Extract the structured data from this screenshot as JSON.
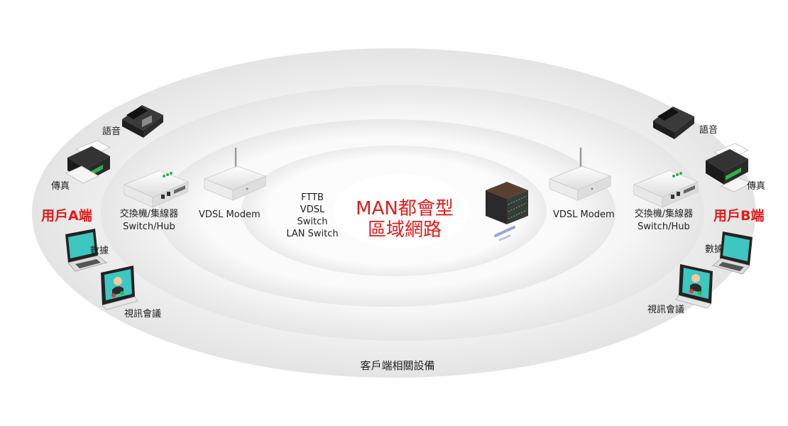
{
  "diagram": {
    "outer_label": "客戶端相關設備",
    "core": {
      "line1": "MAN都會型",
      "line2": "區域網路"
    },
    "fttb": [
      "FTTB",
      "VDSL",
      "Switch",
      "LAN Switch"
    ],
    "side_a": {
      "title": "用戶A端",
      "voice": "語音",
      "fax": "傳真",
      "data": "數據",
      "video": "視訊會議",
      "switch_line1": "交換機/集線器",
      "switch_line2": "Switch/Hub",
      "modem": "VDSL Modem"
    },
    "side_b": {
      "title": "用戶B端",
      "voice": "語音",
      "fax": "傳真",
      "data": "數據",
      "video": "視訊會議",
      "switch_line1": "交換機/集線器",
      "switch_line2": "Switch/Hub",
      "modem": "VDSL Modem"
    },
    "colors": {
      "accent": "#e31b1b",
      "ring_outer": "#ececec",
      "ring_inner": "#ffffff",
      "screen": "#3ec6c0"
    }
  }
}
